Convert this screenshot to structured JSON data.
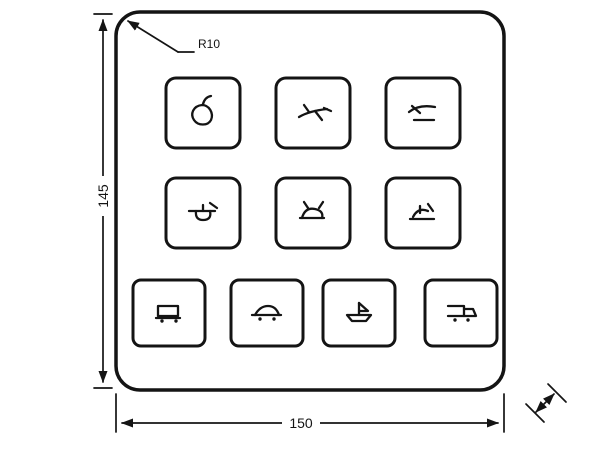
{
  "drawing": {
    "kind": "technical-dimension-diagram",
    "subject": "keypad-panel-front-view",
    "dimension_labels": {
      "width": "150",
      "height": "145",
      "corner_radius": "R10"
    },
    "keypad": {
      "row1_key_count": 3,
      "row2_key_count": 3,
      "row3_key_count": 4,
      "key_glyphs": [
        "apple",
        "plane",
        "jet",
        "fan",
        "animal",
        "insect",
        "tram",
        "car",
        "boat",
        "truck"
      ]
    },
    "colors": {
      "line": "#141414",
      "background": "#ffffff"
    }
  }
}
